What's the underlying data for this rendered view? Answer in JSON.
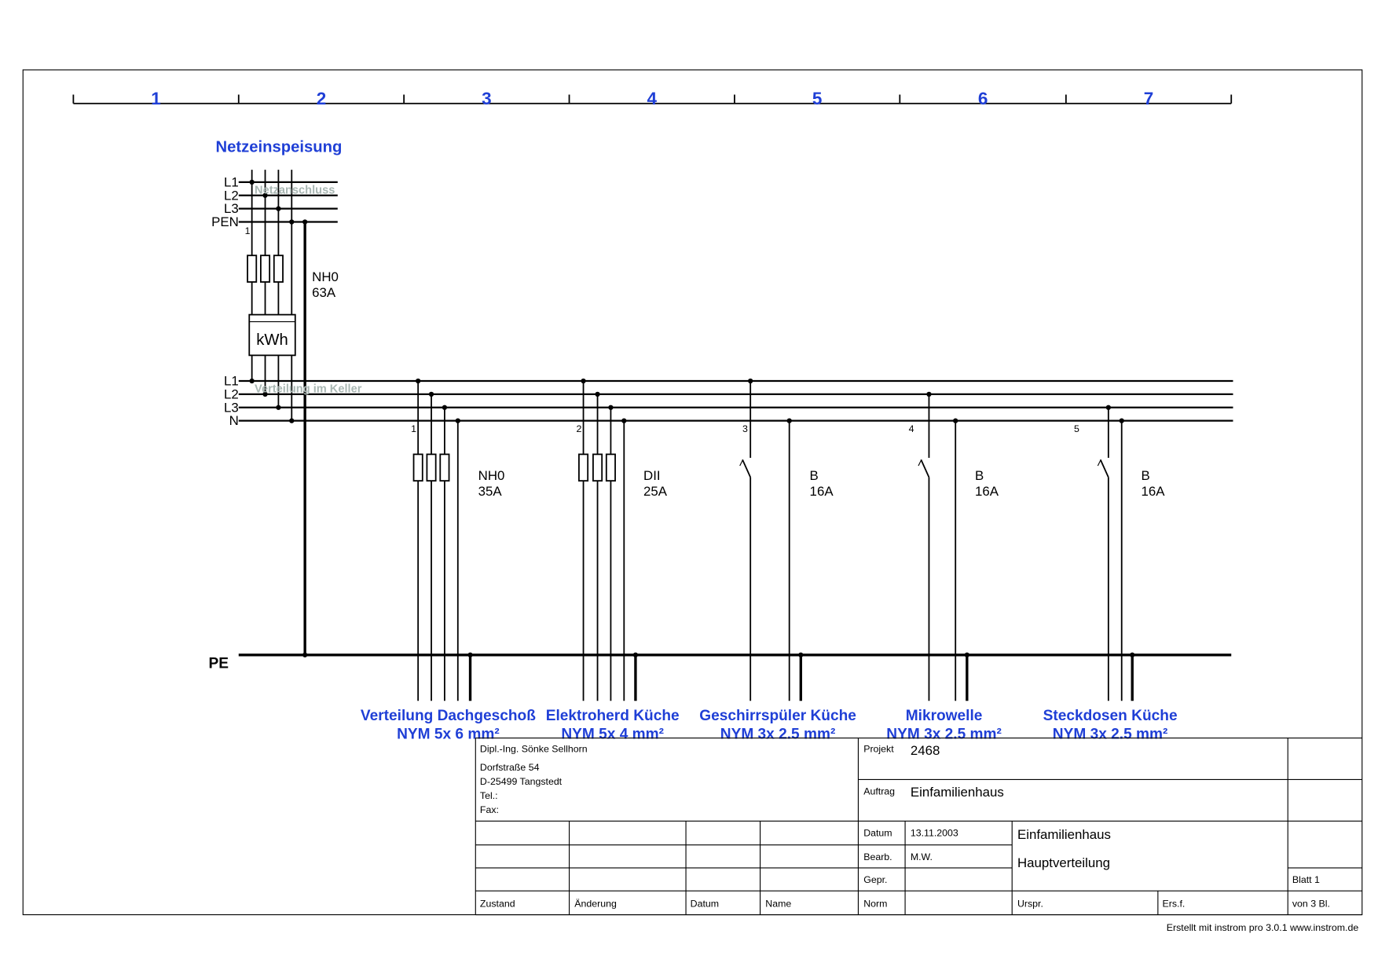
{
  "ruler": {
    "columns": [
      "1",
      "2",
      "3",
      "4",
      "5",
      "6",
      "7"
    ]
  },
  "feed": {
    "title": "Netzeinspeisung",
    "top_bus_labels": [
      "L1",
      "L2",
      "L3",
      "PEN"
    ],
    "top_bus_name": "Netzanschluss",
    "fuse_number": "1",
    "fuse_type": "NH0",
    "fuse_rating": "63A",
    "meter_label": "kWh"
  },
  "distribution": {
    "bus_labels": [
      "L1",
      "L2",
      "L3",
      "N"
    ],
    "bus_name": "Verteilung im Keller",
    "pe_label": "PE"
  },
  "circuits": [
    {
      "number": "1",
      "device": "NH0",
      "rating": "35A",
      "name": "Verteilung Dachgeschoß",
      "cable": "NYM 5x 6 mm²"
    },
    {
      "number": "2",
      "device": "DII",
      "rating": "25A",
      "name": "Elektroherd Küche",
      "cable": "NYM 5x 4 mm²"
    },
    {
      "number": "3",
      "device": "B",
      "rating": "16A",
      "name": "Geschirrspüler Küche",
      "cable": "NYM 3x 2.5 mm²"
    },
    {
      "number": "4",
      "device": "B",
      "rating": "16A",
      "name": "Mikrowelle",
      "cable": "NYM 3x 2.5 mm²"
    },
    {
      "number": "5",
      "device": "B",
      "rating": "16A",
      "name": "Steckdosen Küche",
      "cable": "NYM 3x 2.5 mm²"
    }
  ],
  "title_block": {
    "address": [
      "Dipl.-Ing. Sönke Sellhorn",
      "Dorfstraße 54",
      "D-25499 Tangstedt",
      "Tel.:",
      "Fax:"
    ],
    "projekt_label": "Projekt",
    "projekt_value": "2468",
    "auftrag_label": "Auftrag",
    "auftrag_value": "Einfamilienhaus",
    "datum_label": "Datum",
    "datum_value": "13.11.2003",
    "bearb_label": "Bearb.",
    "bearb_value": "M.W.",
    "gepr_label": "Gepr.",
    "norm_label": "Norm",
    "title1": "Einfamilienhaus",
    "title2": "Hauptverteilung",
    "blatt": "Blatt 1",
    "von": "von 3 Bl.",
    "urspr": "Urspr.",
    "ersf": "Ers.f.",
    "rev_headers": [
      "Zustand",
      "Änderung",
      "Datum",
      "Name"
    ]
  },
  "footer": "Erstellt mit instrom pro 3.0.1  www.instrom.de"
}
